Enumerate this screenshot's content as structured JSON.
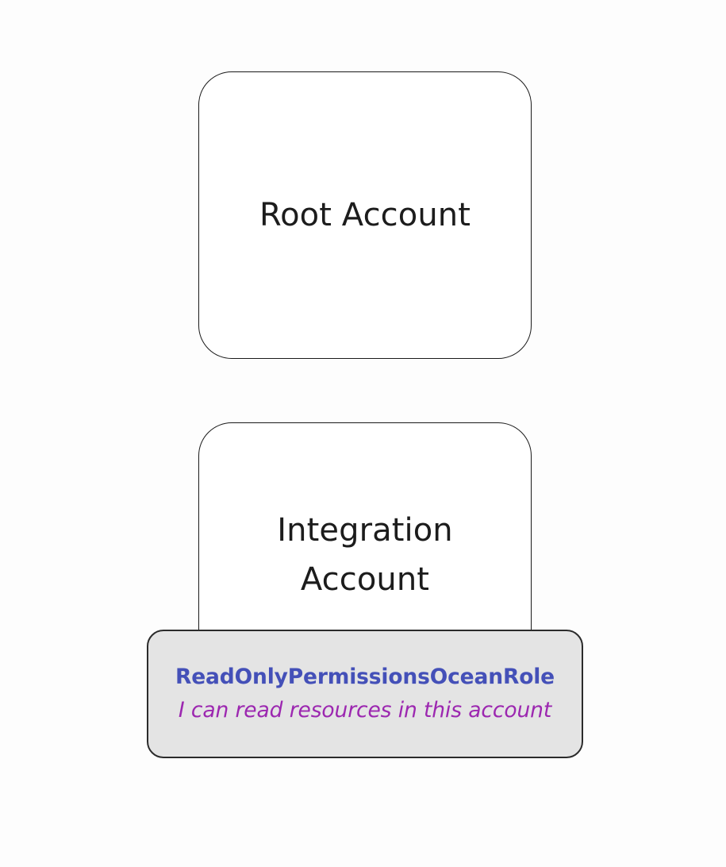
{
  "diagram": {
    "background_color": "#fdfdfd",
    "accounts": [
      {
        "id": "root-account",
        "label": "Root Account",
        "fill_color": "#ffffff",
        "border_color": "#1a1a1a"
      },
      {
        "id": "integration-account",
        "label": "Integration\nAccount",
        "fill_color": "#ffffff",
        "border_color": "#1a1a1a"
      }
    ],
    "role": {
      "name": "ReadOnlyPermissionsOceanRole",
      "description": "I can read resources in this account",
      "name_color": "#4450b8",
      "description_color": "#9c27b0",
      "fill_color": "#e4e4e4",
      "border_color": "#2b2b2b"
    }
  }
}
